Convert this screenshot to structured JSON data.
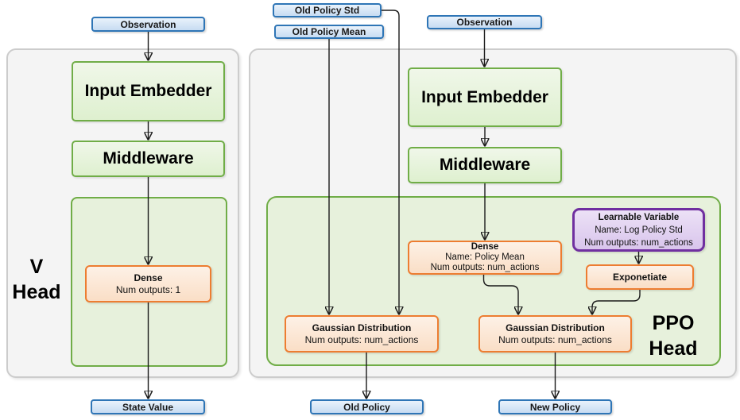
{
  "v_head": {
    "observation": "Observation",
    "input_embedder": "Input Embedder",
    "middleware": "Middleware",
    "dense": {
      "title": "Dense",
      "line2": "Num outputs: 1"
    },
    "label": {
      "line1": "V",
      "line2": "Head"
    },
    "state_value": "State Value"
  },
  "ppo_head": {
    "old_policy_std": "Old Policy Std",
    "old_policy_mean": "Old Policy Mean",
    "observation": "Observation",
    "input_embedder": "Input Embedder",
    "middleware": "Middleware",
    "dense": {
      "title": "Dense",
      "line2": "Name: Policy Mean",
      "line3": "Num outputs: num_actions"
    },
    "learnable_variable": {
      "title": "Learnable Variable",
      "line2": "Name: Log Policy Std",
      "line3": "Num outputs: num_actions"
    },
    "exponetiate": "Exponetiate",
    "gaussian_old": {
      "title": "Gaussian Distribution",
      "line2": "Num outputs: num_actions"
    },
    "gaussian_new": {
      "title": "Gaussian Distribution",
      "line2": "Num outputs: num_actions"
    },
    "label": {
      "line1": "PPO",
      "line2": "Head"
    },
    "old_policy": "Old Policy",
    "new_policy": "New Policy"
  },
  "colors": {
    "io_box_border": "#2E75B6",
    "io_box_fill": "#DCE9F7",
    "process_box_border": "#70AD47",
    "process_box_fill": "#E7F2DD",
    "container_fill": "#F4F4F4",
    "container_border": "#CCCCCC",
    "head_container_fill": "#E7F1DC",
    "op_box_border": "#ED7D31",
    "op_box_fill": "#FCE5D3",
    "variable_box_border": "#7030A0",
    "variable_box_fill": "#E0CDF0",
    "wire": "#1A1A1A"
  }
}
